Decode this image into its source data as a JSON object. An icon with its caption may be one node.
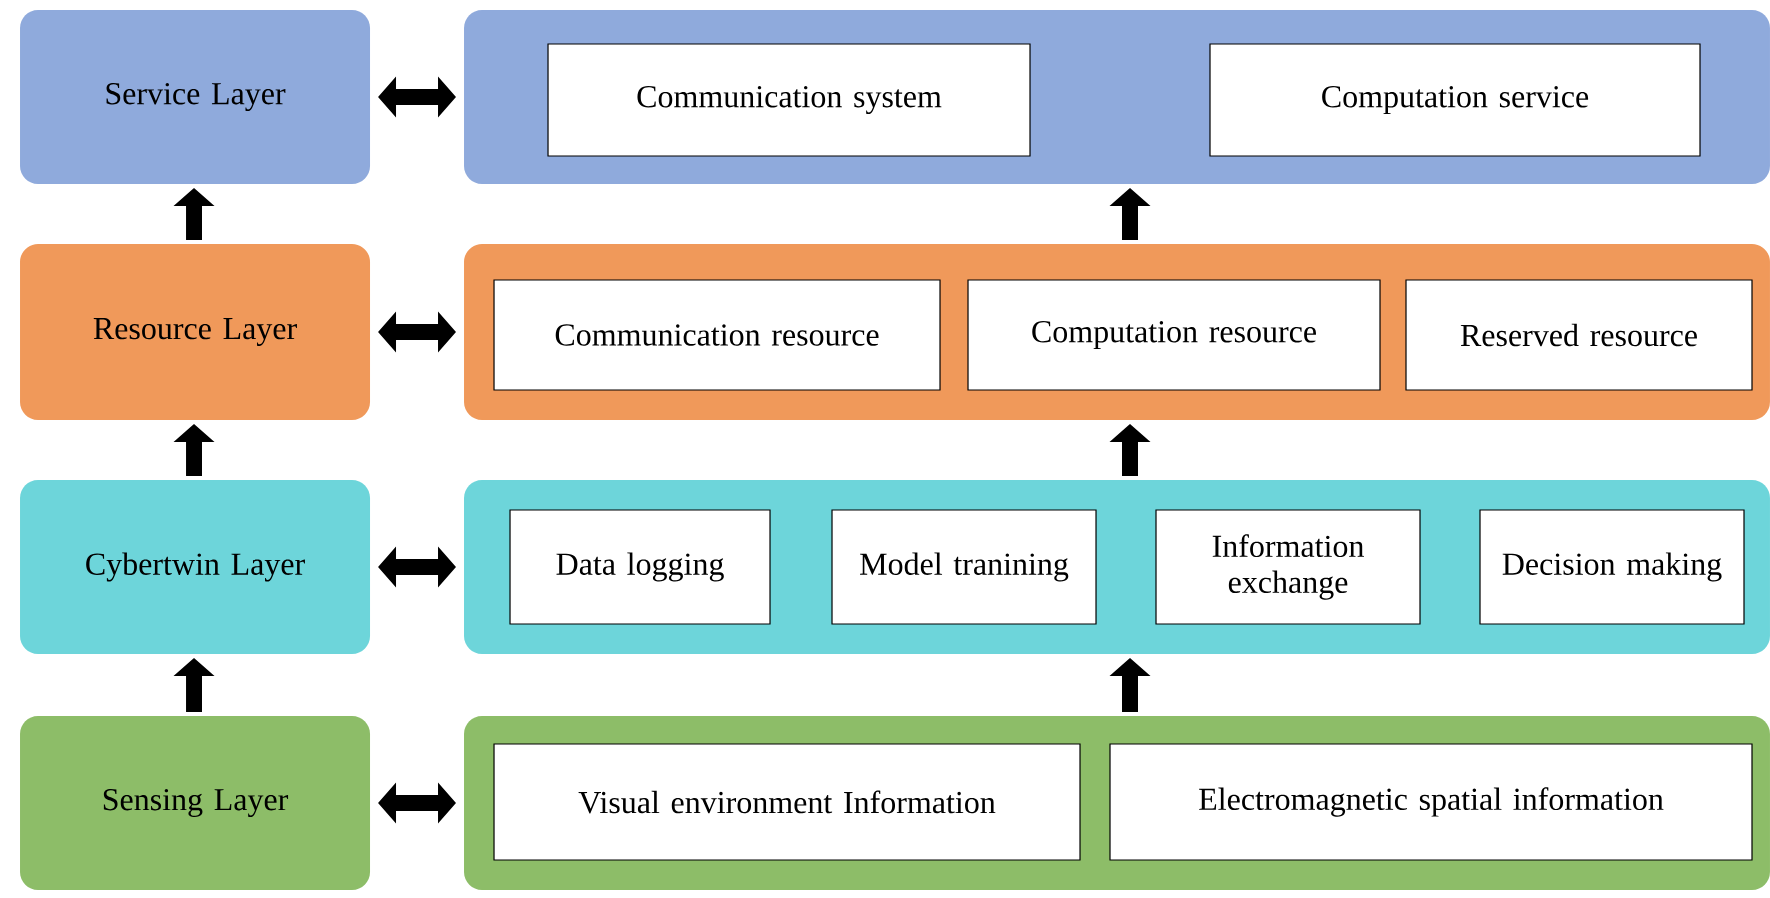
{
  "diagram": {
    "nodes": [
      {
        "text": [
          "Service Layer"
        ]
      },
      {
        "text": [],
        "shape": "box"
      },
      {
        "text": [
          "Communication system"
        ],
        "in": 1
      },
      {
        "text": [
          "Computation service"
        ],
        "in": 1
      },
      {
        "text": [
          "Resource Layer"
        ]
      },
      {
        "text": [],
        "shape": "box"
      },
      {
        "text": [
          "Communication resource"
        ],
        "in": 5
      },
      {
        "text": [
          "Computation resource"
        ],
        "in": 5
      },
      {
        "text": [
          "Reserved resource"
        ],
        "in": 5
      },
      {
        "text": [
          "Cybertwin Layer"
        ]
      },
      {
        "text": [],
        "shape": "box"
      },
      {
        "text": [
          "Data logging"
        ],
        "in": 10
      },
      {
        "text": [
          "Model tranining"
        ],
        "in": 10
      },
      {
        "text": [
          "Information exchange"
        ],
        "in": 10
      },
      {
        "text": [
          "Decision making"
        ],
        "in": 10
      },
      {
        "text": [
          "Sensing Layer"
        ]
      },
      {
        "text": [],
        "shape": "box"
      },
      {
        "text": [
          "Visual environment  Information"
        ],
        "in": 16
      },
      {
        "text": [
          "Electromagnetic spatial information"
        ],
        "in": 16
      }
    ],
    "edges": [
      {
        "from": 0,
        "to": 1,
        "arrow": "both"
      },
      {
        "from": 4,
        "to": 5,
        "arrow": "both"
      },
      {
        "from": 9,
        "to": 10,
        "arrow": "both"
      },
      {
        "from": 15,
        "to": 16,
        "arrow": "both"
      },
      {
        "from": 4,
        "to": 0,
        "arrow": "to"
      },
      {
        "from": 9,
        "to": 4,
        "arrow": "to"
      },
      {
        "from": 15,
        "to": 9,
        "arrow": "to"
      },
      {
        "from": 5,
        "to": 1,
        "arrow": "to"
      },
      {
        "from": 10,
        "to": 5,
        "arrow": "to"
      },
      {
        "from": 16,
        "to": 10,
        "arrow": "to"
      }
    ]
  }
}
